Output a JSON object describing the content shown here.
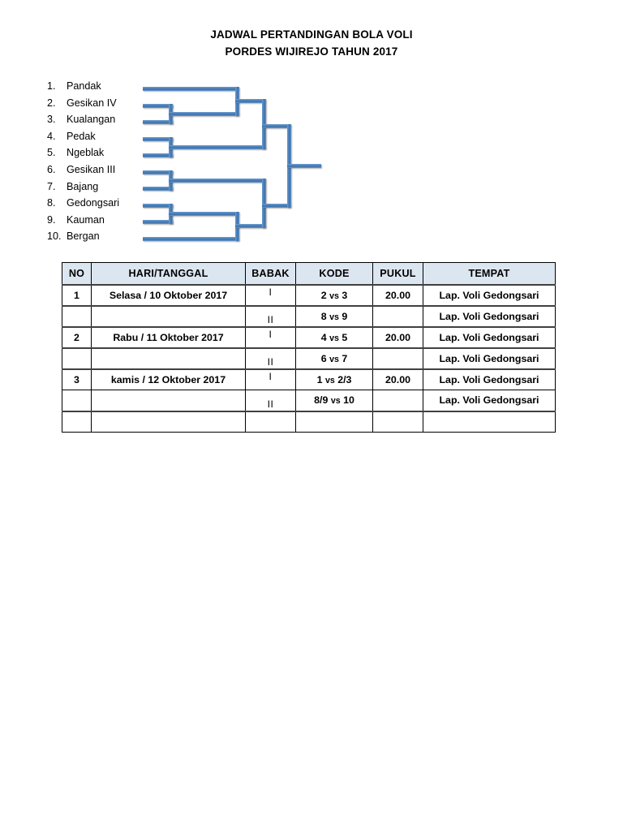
{
  "document": {
    "title_lines": [
      "JADWAL PERTANDINGAN BOLA VOLI",
      "PORDES WIJIREJO TAHUN 2017"
    ]
  },
  "bracket": {
    "accent_color": "#4a7fba",
    "teams": [
      {
        "num": "1.",
        "name": "Pandak"
      },
      {
        "num": "2.",
        "name": "Gesikan IV"
      },
      {
        "num": "3.",
        "name": "Kualangan"
      },
      {
        "num": "4.",
        "name": "Pedak"
      },
      {
        "num": "5.",
        "name": "Ngeblak"
      },
      {
        "num": "6.",
        "name": "Gesikan III"
      },
      {
        "num": "7.",
        "name": "Bajang"
      },
      {
        "num": "8.",
        "name": "Gedongsari"
      },
      {
        "num": "9.",
        "name": "Kauman"
      },
      {
        "num": "10.",
        "name": "Bergan"
      }
    ]
  },
  "schedule": {
    "header_bg": "#dce6f1",
    "columns": [
      "NO",
      "HARI/TANGGAL",
      "BABAK",
      "KODE",
      "PUKUL",
      "TEMPAT"
    ],
    "rows": [
      {
        "no": "1",
        "hari": "Selasa / 10 Oktober 2017",
        "babak": "I",
        "kode_a": "2",
        "kode_vs": "vs",
        "kode_b": "3",
        "pukul": "20.00",
        "tempat": "Lap. Voli Gedongsari"
      },
      {
        "no": "",
        "hari": "",
        "babak": "II",
        "kode_a": "8",
        "kode_vs": "vs",
        "kode_b": "9",
        "pukul": "",
        "tempat": "Lap. Voli Gedongsari"
      },
      {
        "no": "2",
        "hari": "Rabu / 11 Oktober 2017",
        "babak": "I",
        "kode_a": "4",
        "kode_vs": "vs",
        "kode_b": "5",
        "pukul": "20.00",
        "tempat": "Lap. Voli Gedongsari"
      },
      {
        "no": "",
        "hari": "",
        "babak": "II",
        "kode_a": "6",
        "kode_vs": "vs",
        "kode_b": "7",
        "pukul": "",
        "tempat": "Lap. Voli Gedongsari"
      },
      {
        "no": "3",
        "hari": "kamis / 12 Oktober 2017",
        "babak": "I",
        "kode_a": "1",
        "kode_vs": "vs",
        "kode_b": "2/3",
        "pukul": "20.00",
        "tempat": "Lap. Voli Gedongsari"
      },
      {
        "no": "",
        "hari": "",
        "babak": "II",
        "kode_a": "8/9",
        "kode_vs": "vs",
        "kode_b": "10",
        "pukul": "",
        "tempat": "Lap. Voli Gedongsari"
      },
      {
        "no": "",
        "hari": "",
        "babak": "",
        "kode_a": "",
        "kode_vs": "",
        "kode_b": "",
        "pukul": "",
        "tempat": ""
      }
    ]
  }
}
